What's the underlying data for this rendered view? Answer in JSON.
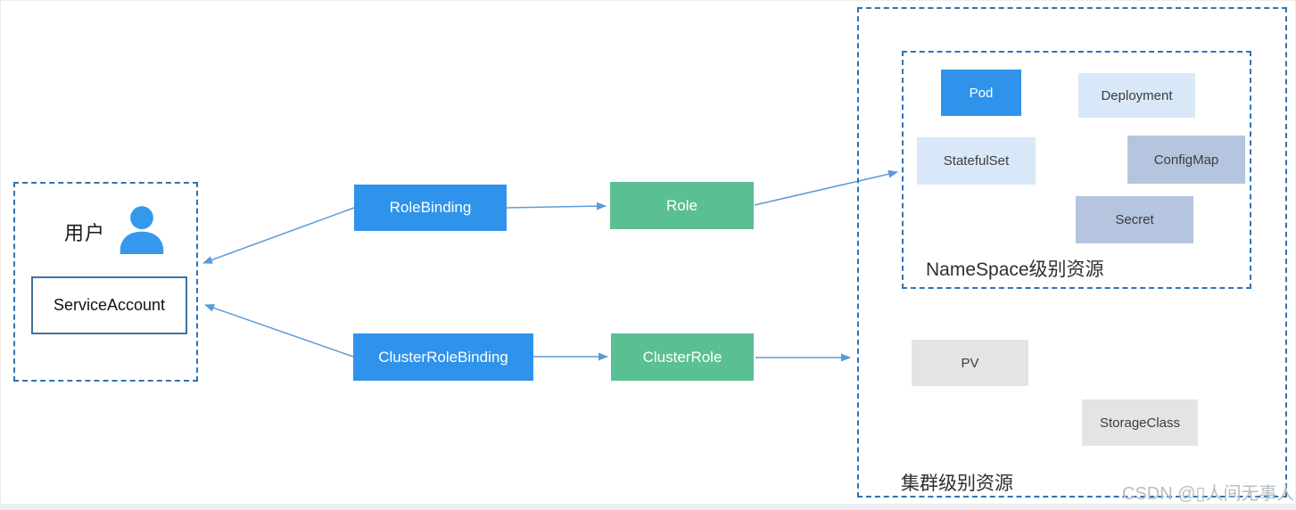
{
  "user_group": {
    "label": "用户",
    "service_account_label": "ServiceAccount"
  },
  "flow": {
    "role_binding_label": "RoleBinding",
    "role_label": "Role",
    "cluster_role_binding_label": "ClusterRoleBinding",
    "cluster_role_label": "ClusterRole"
  },
  "namespace_group": {
    "title": "NameSpace级别资源",
    "resources": [
      {
        "label": "Pod",
        "color": "#2f93ec"
      },
      {
        "label": "Deployment",
        "color": "#d9e8f8"
      },
      {
        "label": "StatefulSet",
        "color": "#d9e8f8"
      },
      {
        "label": "ConfigMap",
        "color": "#b5c4df"
      },
      {
        "label": "Secret",
        "color": "#b5c4df"
      }
    ]
  },
  "cluster_group": {
    "title": "集群级别资源",
    "resources": [
      {
        "label": "PV",
        "color": "#e3e4e6"
      },
      {
        "label": "StorageClass",
        "color": "#e3e4e6"
      }
    ]
  },
  "watermark": "CSDN @▯人间无事人",
  "colors": {
    "binding_blue": "#2f93ec",
    "role_green": "#5abf93",
    "light_blue": "#d9e8f8",
    "gray_blue": "#b5c4df",
    "resource_gray": "#e3e4e6",
    "dashed_border": "#2e74b5",
    "service_account_border": "#41719c",
    "arrow": "#5b9bd5",
    "user_icon": "#3598ed"
  }
}
